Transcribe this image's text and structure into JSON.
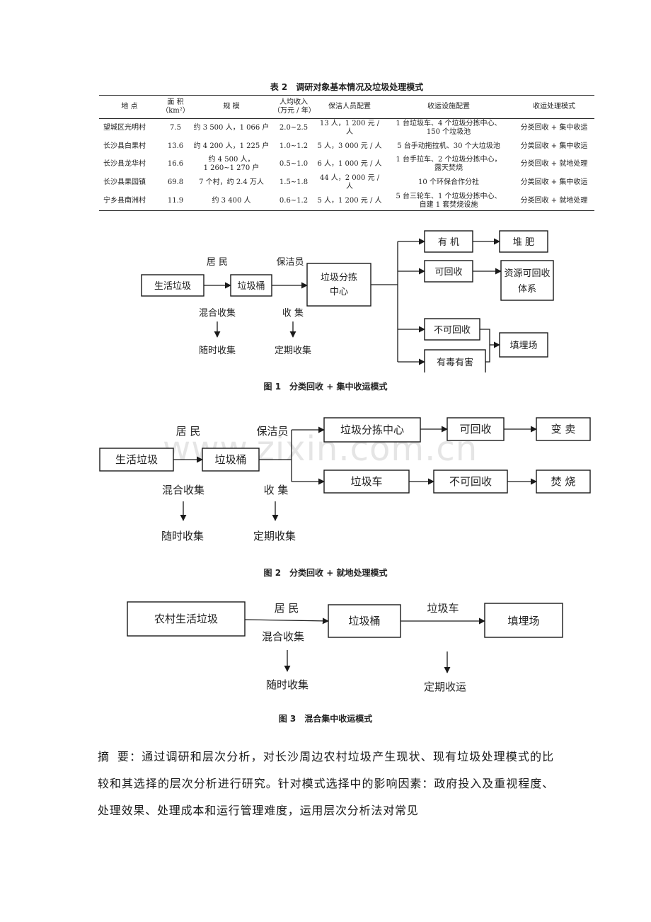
{
  "table2": {
    "caption": "表 2　调研对象基本情况及垃圾处理模式",
    "headers": {
      "loc": "地 点",
      "area_1": "面 积",
      "area_2": "（km²）",
      "scale": "规 模",
      "income_1": "人均收入",
      "income_2": "（万元 / 年）",
      "staff": "保洁人员配置",
      "facility": "收运设施配置",
      "mode": "收运处理模式"
    },
    "rows": [
      {
        "loc": "望城区光明村",
        "area": "7.5",
        "scale_1": "约 3 500 人，1 066 户",
        "scale_2": "",
        "income": "2.0~2.5",
        "staff": "13 人，1 200 元 / 人",
        "facility_1": "1 台垃圾车、4 个垃圾分拣中心、",
        "facility_2": "150 个垃圾池",
        "mode": "分类回收 + 集中收运"
      },
      {
        "loc": "长沙县白果村",
        "area": "13.6",
        "scale_1": "约 4 200 人，1 225 户",
        "scale_2": "",
        "income": "1.0~1.2",
        "staff": "5 人，3 000 元 / 人",
        "facility_1": "5 台手动拖拉机、30 个大垃圾池",
        "facility_2": "",
        "mode": "分类回收 + 集中收运"
      },
      {
        "loc": "长沙县龙华村",
        "area": "16.6",
        "scale_1": "约 4 500 人，",
        "scale_2": "1 260~1 270 户",
        "income": "0.5~1.0",
        "staff": "6 人，1 000 元 / 人",
        "facility_1": "1 台手拉车、2 个垃圾分拣中心，",
        "facility_2": "露天焚烧",
        "mode": "分类回收 + 就地处理"
      },
      {
        "loc": "长沙县果园镇",
        "area": "69.8",
        "scale_1": "7 个村，约 2.4 万人",
        "scale_2": "",
        "income": "1.5~1.8",
        "staff": "44 人，2 000 元 / 人",
        "facility_1": "10 个环保合作分社",
        "facility_2": "",
        "mode": "分类回收 + 集中收运"
      },
      {
        "loc": "宁乡县南洲村",
        "area": "11.9",
        "scale_1": "约 3 400 人",
        "scale_2": "",
        "income": "0.6~1.2",
        "staff": "5 人，1 200 元 / 人",
        "facility_1": "5 台三轮车、1 个垃圾分拣中心、",
        "facility_2": "自建 1 套焚烧设施",
        "mode": "分类回收 + 就地处理"
      }
    ]
  },
  "fig1": {
    "caption": "图 1　分类回收 + 集中收运模式",
    "household_waste": "生活垃圾",
    "bin": "垃圾桶",
    "center_1": "垃圾分拣",
    "center_2": "中心",
    "residents": "居 民",
    "cleaners": "保洁员",
    "mixed": "混合收集",
    "collect": "收 集",
    "anytime": "随时收集",
    "scheduled": "定期收集",
    "organic": "有 机",
    "compost": "堆 肥",
    "recyclable": "可回收",
    "recycle_sys_1": "资源可回收",
    "recycle_sys_2": "体系",
    "non_recyclable": "不可回收",
    "hazardous": "有毒有害",
    "landfill": "填埋场"
  },
  "fig2": {
    "caption": "图 2　分类回收 + 就地处理模式",
    "household_waste": "生活垃圾",
    "bin": "垃圾桶",
    "residents": "居 民",
    "cleaners": "保洁员",
    "mixed": "混合收集",
    "collect": "收 集",
    "anytime": "随时收集",
    "scheduled": "定期收集",
    "center": "垃圾分拣中心",
    "recyclable": "可回收",
    "sell": "变 卖",
    "truck": "垃圾车",
    "non_recyclable": "不可回收",
    "burn": "焚 烧",
    "watermark": "www.zixin.com.cn"
  },
  "fig3": {
    "caption": "图 3　混合集中收运模式",
    "rural_waste": "农村生活垃圾",
    "residents": "居 民",
    "mixed": "混合收集",
    "bin": "垃圾桶",
    "truck": "垃圾车",
    "landfill": "填埋场",
    "anytime": "随时收集",
    "scheduled": "定期收运"
  },
  "abstract": "摘 要：通过调研和层次分析，对长沙周边农村垃圾产生现状、现有垃圾处理模式的比较和其选择的层次分析进行研究。针对模式选择中的影响因素：政府投入及重视程度、处理效果、处理成本和运行管理难度，运用层次分析法对常见"
}
